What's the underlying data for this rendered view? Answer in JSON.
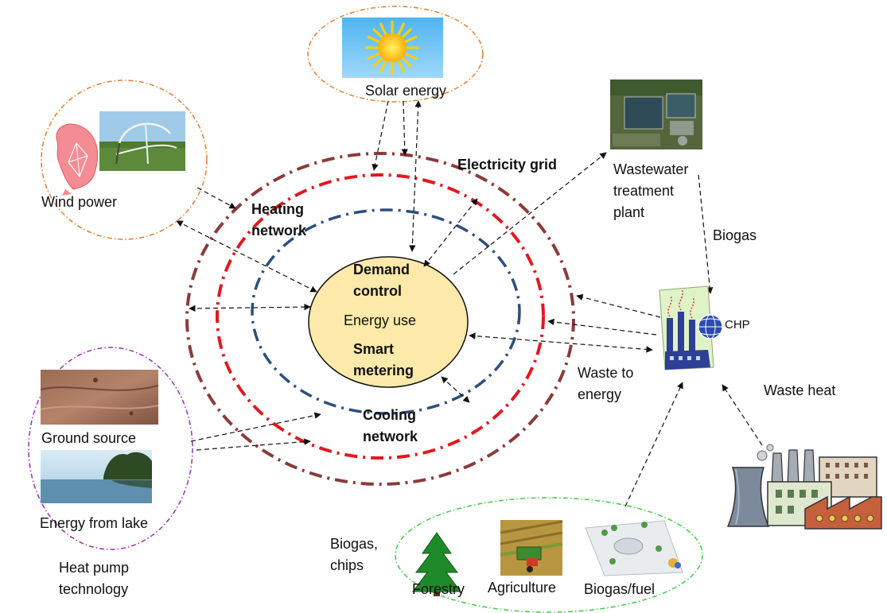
{
  "nodes": {
    "solar": "Solar energy",
    "wind": "Wind power",
    "wastewater": [
      "Wastewater",
      "treatment",
      "plant"
    ],
    "biogas": "Biogas",
    "chp": "CHP",
    "waste_to_energy": [
      "Waste to",
      "energy"
    ],
    "waste_heat": "Waste heat",
    "ground_source": "Ground source",
    "energy_from_lake": "Energy from lake",
    "heat_pump": [
      "Heat pump",
      "technology"
    ],
    "biogas_chips": [
      "Biogas,",
      "chips"
    ],
    "forestry": "Forestry",
    "agriculture": "Agriculture",
    "biogas_fuel": "Biogas/fuel"
  },
  "rings": {
    "electricity": "Electricity grid",
    "heating": [
      "Heating",
      "network"
    ],
    "cooling": [
      "Cooling",
      "network"
    ]
  },
  "center": {
    "demand": [
      "Demand",
      "control"
    ],
    "energy_use": "Energy use",
    "smart": [
      "Smart",
      "metering"
    ]
  },
  "colors": {
    "electricity_ring": "#8b3a3a",
    "heating_ring": "#e0191f",
    "cooling_ring": "#2c4f7c",
    "center_fill": "#fde9a9",
    "solar_oval": "#e87c2c",
    "wind_oval": "#e87c2c",
    "heatpump_oval": "#9b30b0",
    "bio_oval": "#3ccf3c"
  }
}
